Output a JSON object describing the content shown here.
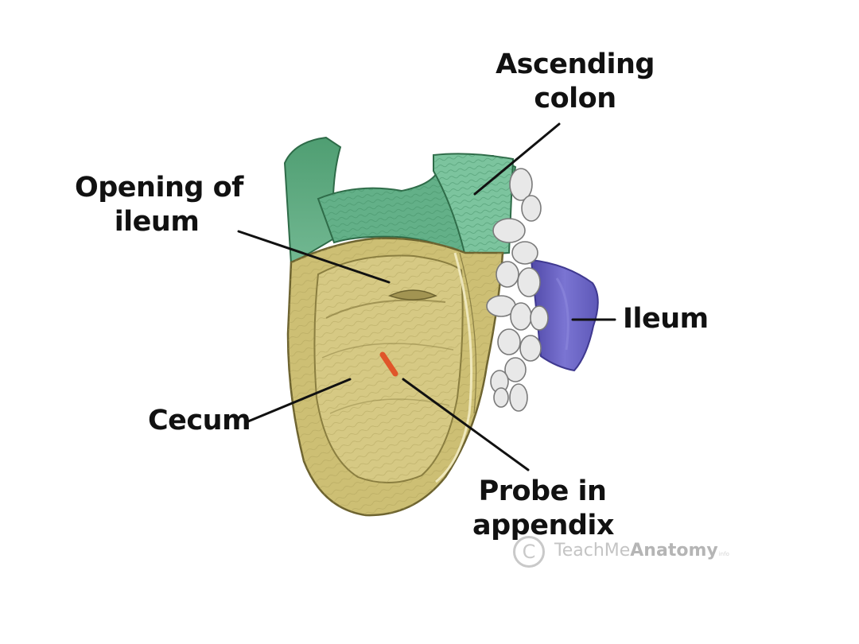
{
  "labels": {
    "ascending_colon": [
      "Ascending",
      "colon"
    ],
    "opening_of_ileum": [
      "Opening of",
      "ileum"
    ],
    "ileum": "Ileum",
    "cecum": "Cecum",
    "probe_in_appendix": [
      "Probe in",
      "appendix"
    ]
  },
  "watermark": {
    "symbol": "C",
    "brand_light": "TeachMe",
    "brand_bold": "Anatomy",
    "suffix": "info"
  },
  "colors": {
    "cecum": "#c9bb6f",
    "ascending_colon": "#5fae84",
    "ileum": "#6b65c4",
    "probe": "#e0552a",
    "fat_tags": "#e4e4e4",
    "leader_lines": "#111111"
  }
}
